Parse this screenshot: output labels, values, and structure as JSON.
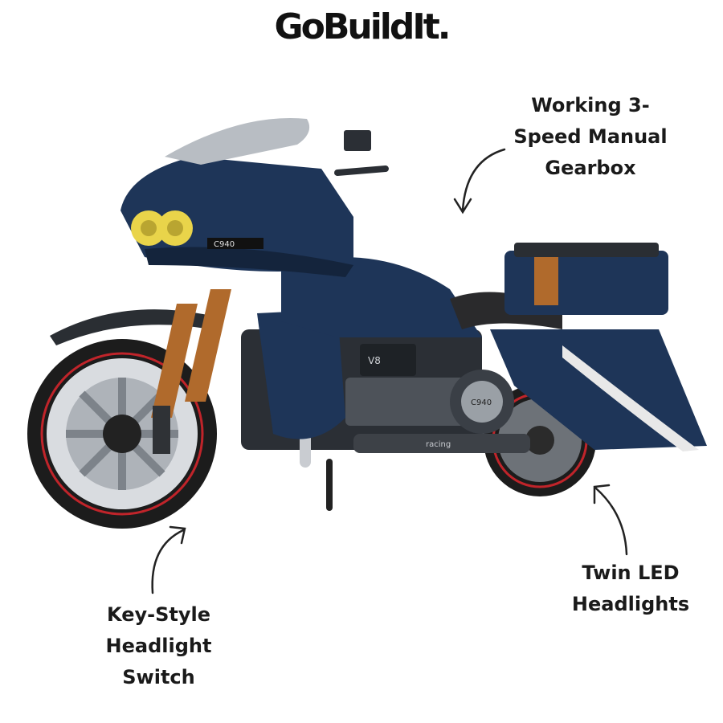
{
  "brand": {
    "logo_text": "GoBuildIt."
  },
  "callouts": {
    "gearbox": {
      "lines": [
        "Working 3-",
        "Speed Manual",
        "Gearbox"
      ]
    },
    "leds": {
      "lines": [
        "Twin LED",
        "Headlights"
      ]
    },
    "switch": {
      "lines": [
        "Key-Style",
        "Headlight",
        "Switch"
      ]
    }
  },
  "model": {
    "fairing_badge": "C940",
    "engine_badge": "V8",
    "engine_cover_badge": "C940",
    "exhaust_badge": "racing"
  },
  "colors": {
    "body_blue": "#1e3558",
    "body_blue_dark": "#14243c",
    "chrome": "#c9ccd1",
    "copper": "#b06a2c",
    "headlight_yellow": "#e9d44a",
    "tire": "#1c1c1c",
    "rim_red": "#c0242a"
  }
}
